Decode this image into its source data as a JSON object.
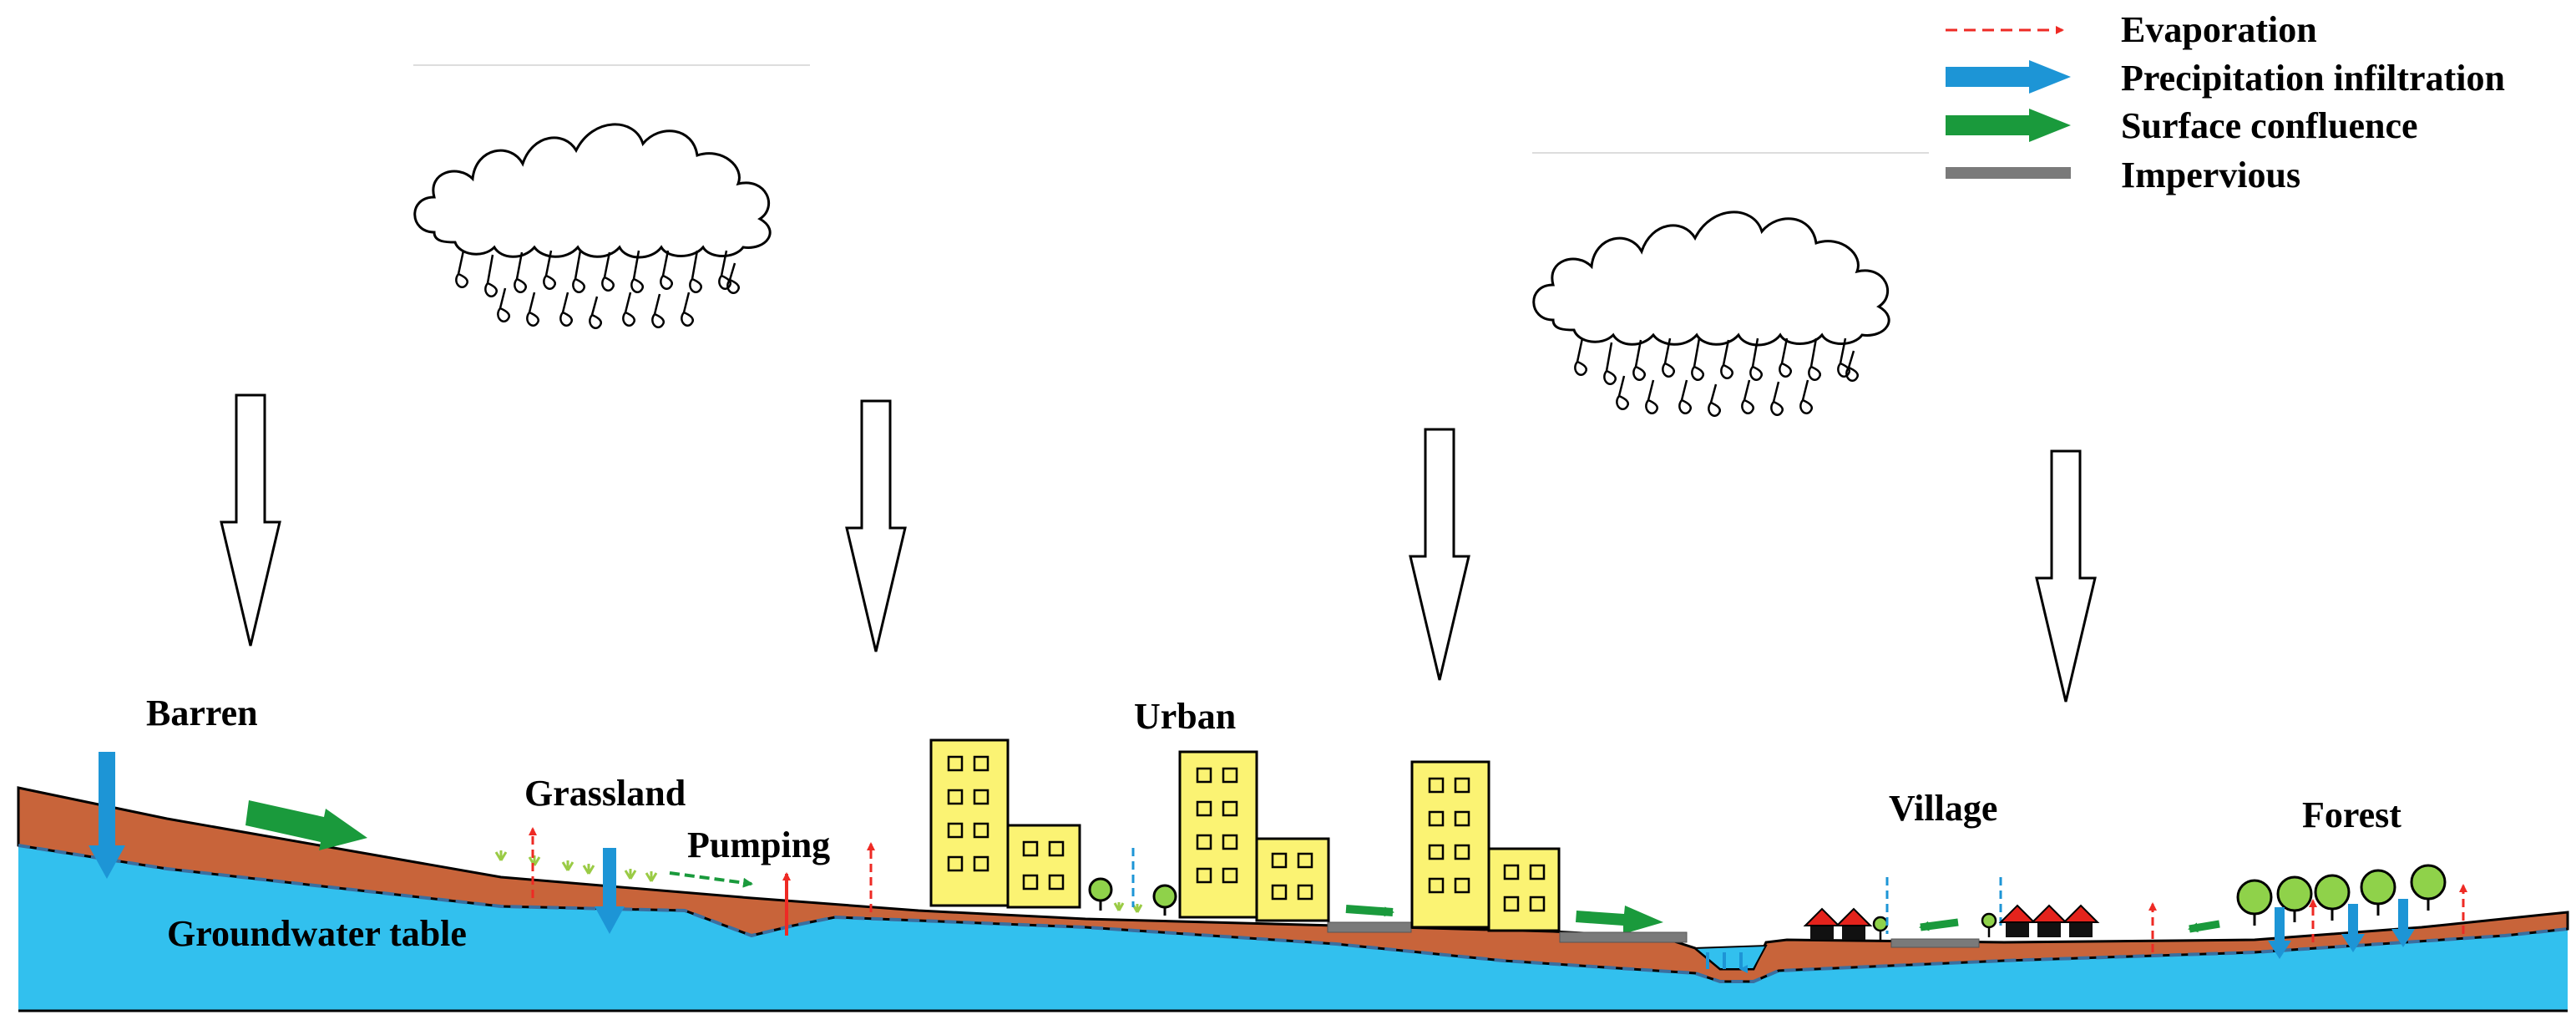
{
  "legend": {
    "items": [
      {
        "label": "Evaporation",
        "symbol": "dashed-red-arrow",
        "color": "#ee2a24"
      },
      {
        "label": "Precipitation infiltration",
        "symbol": "blue-arrow",
        "color": "#1d95d6"
      },
      {
        "label": "Surface  confluence",
        "symbol": "green-arrow",
        "color": "#1a9a3c"
      },
      {
        "label": "Impervious",
        "symbol": "gray-bar",
        "color": "#7a7a7a"
      }
    ]
  },
  "land_labels": {
    "barren": "Barren",
    "grassland": "Grassland",
    "pumping": "Pumping",
    "urban": "Urban",
    "village": "Village",
    "forest": "Forest",
    "groundwater": "Groundwater table"
  },
  "icons": {
    "cloud": "rain-cloud-icon",
    "rain_arrow": "hollow-down-arrow-icon",
    "building": "apartment-building-icon",
    "house": "house-icon",
    "tree": "tree-icon",
    "grass": "grass-tuft-icon"
  },
  "colors": {
    "soil": "#c8643a",
    "groundwater": "#32c0ee",
    "water_table_line": "#3a6fa0",
    "building_fill": "#fbf373",
    "house_roof": "#e4231c",
    "tree_canopy": "#8fd24a",
    "grass": "#9acb45"
  }
}
